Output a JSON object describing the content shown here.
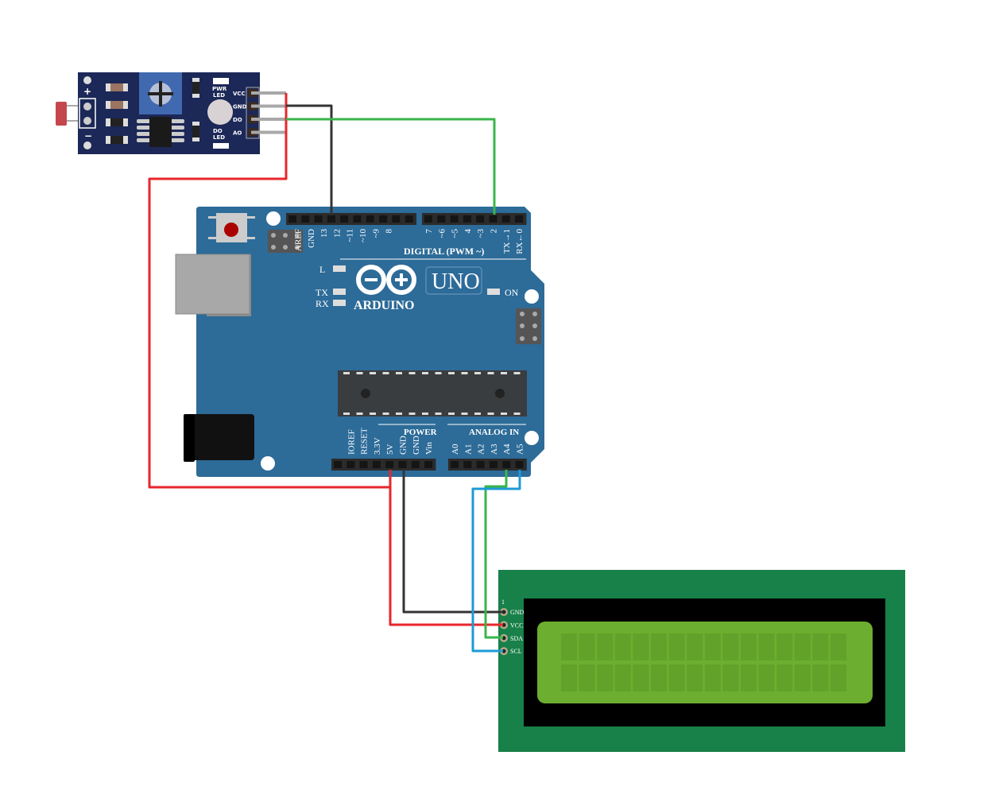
{
  "colors": {
    "wire_red": "#e8262b",
    "wire_black": "#333333",
    "wire_green": "#3ab54a",
    "wire_blue": "#1e9ad6",
    "arduino_board": "#2d6b98",
    "sensor_board": "#1c2857",
    "lcd_board": "#188049",
    "lcd_screen": "#6cae2f"
  },
  "sensor": {
    "pins": [
      "VCC",
      "GND",
      "DO",
      "AO"
    ],
    "plus": "+",
    "minus": "−",
    "pwr_led": [
      "PWR",
      "LED"
    ],
    "do_led": [
      "DO",
      "LED"
    ]
  },
  "arduino": {
    "digital_pins_left": [
      "AREF",
      "GND",
      "13",
      "12",
      "~11",
      "~10",
      "~9",
      "8"
    ],
    "digital_pins_right": [
      "7",
      "~6",
      "~5",
      "4",
      "~3",
      "2",
      "TX→1",
      "RX←0"
    ],
    "digital_label": "DIGITAL (PWM ~)",
    "led_labels": {
      "l": "L",
      "tx": "TX",
      "rx": "RX",
      "on": "ON"
    },
    "brand": "ARDUINO",
    "model": "UNO",
    "power_label": "POWER",
    "power_pins": [
      "IOREF",
      "RESET",
      "3.3V",
      "5V",
      "GND",
      "GND",
      "Vin"
    ],
    "analog_label": "ANALOG IN",
    "analog_pins": [
      "A0",
      "A1",
      "A2",
      "A3",
      "A4",
      "A5"
    ]
  },
  "lcd": {
    "pin1_marker": "1",
    "pins": [
      "GND",
      "VCC",
      "SDA",
      "SCL"
    ],
    "rows": 2,
    "cols": 16
  }
}
